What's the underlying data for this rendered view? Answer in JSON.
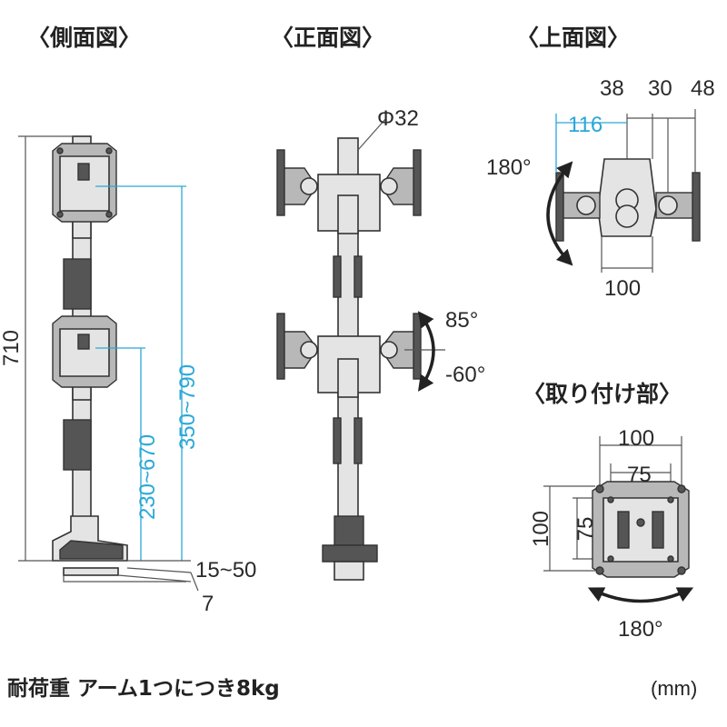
{
  "titles": {
    "side": "〈側面図〉",
    "front": "〈正面図〉",
    "top": "〈上面図〉",
    "mount": "〈取り付け部〉"
  },
  "side_dims": {
    "total_height": "710",
    "range_upper": "350~790",
    "range_lower": "230~670",
    "clamp_range": "15~50",
    "clamp_thickness": "7"
  },
  "front_dims": {
    "pole_diameter": "Φ32",
    "tilt_up": "85°",
    "tilt_down": "-60°"
  },
  "top_dims": {
    "d38": "38",
    "d30": "30",
    "d48": "48",
    "d116": "116",
    "d100": "100",
    "rotation": "180°"
  },
  "mount_dims": {
    "outer_w": "100",
    "inner_w": "75",
    "outer_h": "100",
    "inner_h": "75",
    "rotation": "180°"
  },
  "footer": {
    "load": "耐荷重 アーム1つにつき8kg",
    "unit": "(mm)"
  }
}
